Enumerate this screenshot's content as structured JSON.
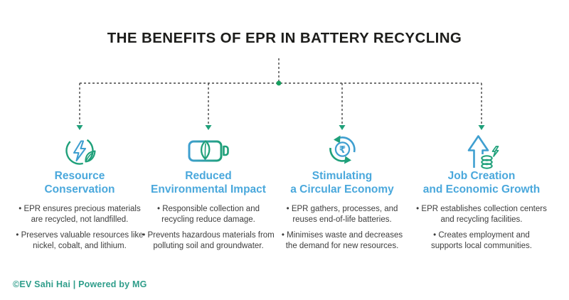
{
  "title": "THE BENEFITS OF EPR IN BATTERY RECYCLING",
  "footer": {
    "credit": "©EV Sahi Hai | Powered by MG"
  },
  "colors": {
    "accent_blue": "#4aa8dc",
    "accent_green": "#1fa07a",
    "connector_gray": "#454545",
    "dot_green": "#16a05f",
    "footer_teal": "#2e9d8a",
    "body_text": "#3d3d3d",
    "title_text": "#1d1d1b"
  },
  "columns": [
    {
      "id": "resource-conservation",
      "icon": "recycle-bolt-leaf-icon",
      "heading": "Resource\nConservation",
      "bullets": [
        "• EPR ensures precious materials\nare recycled, not landfilled.",
        "• Preserves valuable resources like\nnickel, cobalt, and lithium."
      ]
    },
    {
      "id": "reduced-environmental-impact",
      "icon": "eco-battery-icon",
      "heading": "Reduced\nEnvironmental Impact",
      "bullets": [
        "• Responsible collection and\nrecycling reduce damage.",
        "• Prevents hazardous materials from\npolluting soil and groundwater."
      ]
    },
    {
      "id": "stimulating-circular-economy",
      "icon": "rupee-cycle-icon",
      "heading": "Stimulating\na Circular Economy",
      "bullets": [
        "• EPR gathers, processes, and\nreuses end-of-life batteries.",
        "• Minimises waste and decreases\nthe demand for new resources."
      ]
    },
    {
      "id": "job-creation-economic-growth",
      "icon": "growth-arrow-coins-icon",
      "heading": "Job Creation\nand Economic Growth",
      "bullets": [
        "• EPR establishes collection centers\nand recycling facilities.",
        "• Creates employment and\nsupports local communities."
      ]
    }
  ]
}
